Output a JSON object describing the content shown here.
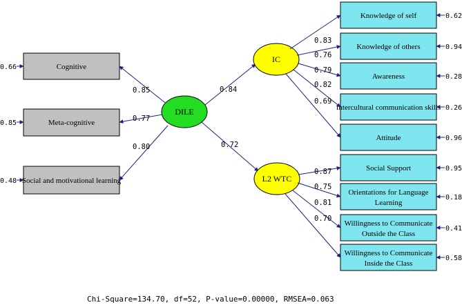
{
  "colors": {
    "observed_left": "#c0c0c0",
    "observed_right": "#7fe6ef",
    "exogenous_latent": "#22dd22",
    "endogenous_latent": "#ffff00",
    "arrow": "#1a237e"
  },
  "latents": {
    "dile": "DILE",
    "ic": "IC",
    "l2wtc": "L2 WTC"
  },
  "left_indicators": [
    {
      "label": "Cognitive",
      "loading": "0.85",
      "error": "0.66"
    },
    {
      "label": "Meta-cognitive",
      "loading": "0.77",
      "error": "0.85"
    },
    {
      "label": "Social and motivational learning",
      "loading": "0.80",
      "error": "0.48"
    }
  ],
  "structural": {
    "dile_ic": "0.84",
    "dile_l2wtc": "0.72"
  },
  "ic_indicators": [
    {
      "label": "Knowledge of self",
      "loading": "0.83",
      "error": "0.62"
    },
    {
      "label": "Knowledge of others",
      "loading": "0.76",
      "error": "0.94"
    },
    {
      "label": "Awareness",
      "loading": "0.79",
      "error": "0.28"
    },
    {
      "label": "Intercultural communication skills",
      "loading": "0.82",
      "error": "0.26"
    },
    {
      "label": "Attitude",
      "loading": "0.69",
      "error": "0.96"
    }
  ],
  "wtc_indicators": [
    {
      "label_lines": [
        "Social Support"
      ],
      "loading": "0.87",
      "error": "0.95"
    },
    {
      "label_lines": [
        "Orientations for Language",
        "Learning"
      ],
      "loading": "0.75",
      "error": "0.18"
    },
    {
      "label_lines": [
        "Willingness to Communicate",
        "Outside the Class"
      ],
      "loading": "0.81",
      "error": "0.41"
    },
    {
      "label_lines": [
        "Willingness to Communicate",
        "Inside the Class"
      ],
      "loading": "0.70",
      "error": "0.58"
    }
  ],
  "fit_stats": "Chi-Square=134.70, df=52, P-value=0.00000, RMSEA=0.063"
}
